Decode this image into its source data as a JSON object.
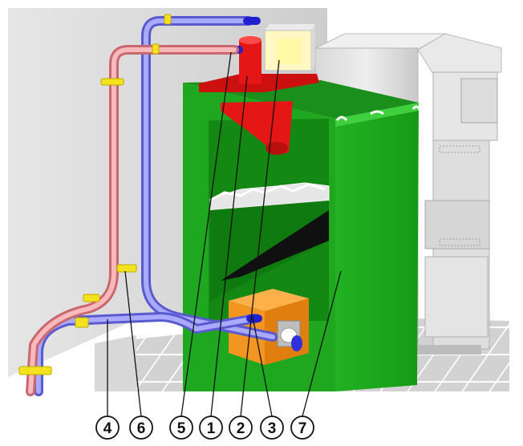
{
  "callouts": [
    {
      "id": "c4",
      "label": "4"
    },
    {
      "id": "c6",
      "label": "6"
    },
    {
      "id": "c5",
      "label": "5"
    },
    {
      "id": "c1",
      "label": "1"
    },
    {
      "id": "c2",
      "label": "2"
    },
    {
      "id": "c3",
      "label": "3"
    },
    {
      "id": "c7",
      "label": "7"
    }
  ],
  "colors": {
    "hopper_green": "#1fae1f",
    "hopper_green_dark": "#0f7d10",
    "hopper_green_light": "#3cd23c",
    "red_part": "#e41616",
    "orange_motor": "#f39521",
    "blue_pipe": "#8c8cf0",
    "pink_pipe": "#f2a2a6",
    "yellow_clip": "#f4e21e",
    "boiler_grey": "#e1e1e1",
    "wall": "#d9d9d9",
    "floor_tile": "#cfcfcf"
  }
}
